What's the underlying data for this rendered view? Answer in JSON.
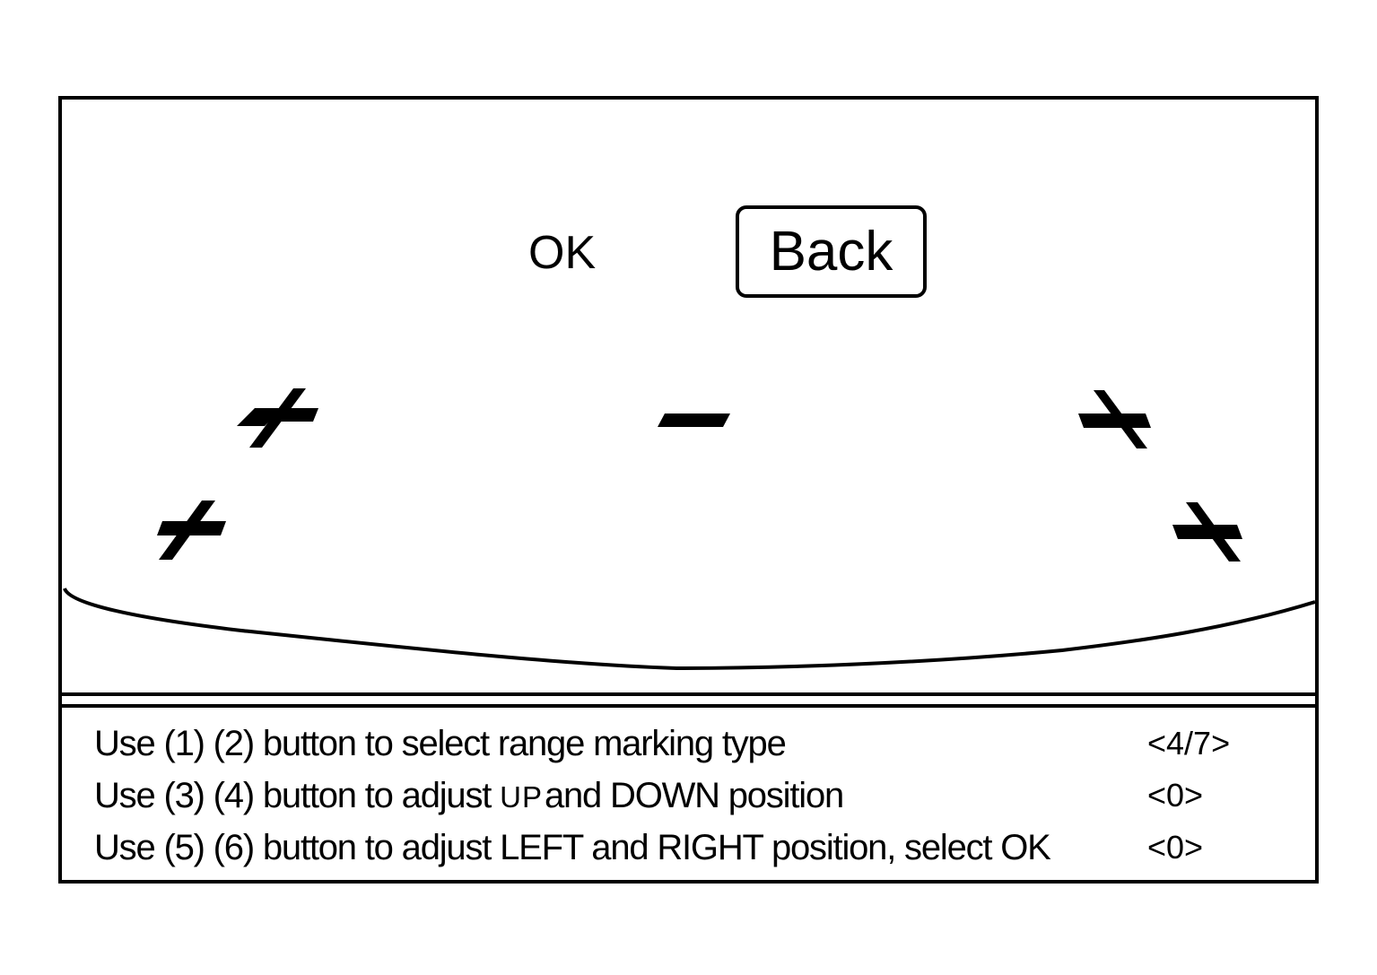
{
  "camera_view": {
    "ok_label": "OK",
    "back_label": "Back",
    "markers": [
      {
        "id": "marker-left-upper",
        "glyph": "plus"
      },
      {
        "id": "marker-center",
        "glyph": "minus"
      },
      {
        "id": "marker-right-upper",
        "glyph": "plus"
      },
      {
        "id": "marker-left-lower",
        "glyph": "plus"
      },
      {
        "id": "marker-right-lower",
        "glyph": "plus"
      }
    ]
  },
  "instructions": [
    {
      "text_before": "Use (1) (2) button to select range marking type",
      "value": "<4/7>"
    },
    {
      "text_before": "Use (3) (4) button to adjust ",
      "text_small": "UP",
      "text_after": "and DOWN position",
      "value": "<0>"
    },
    {
      "text_before": "Use (5) (6) button to adjust LEFT and RIGHT position, select OK",
      "value": "<0>"
    }
  ],
  "colors": {
    "ink": "#000000",
    "background": "#ffffff"
  }
}
